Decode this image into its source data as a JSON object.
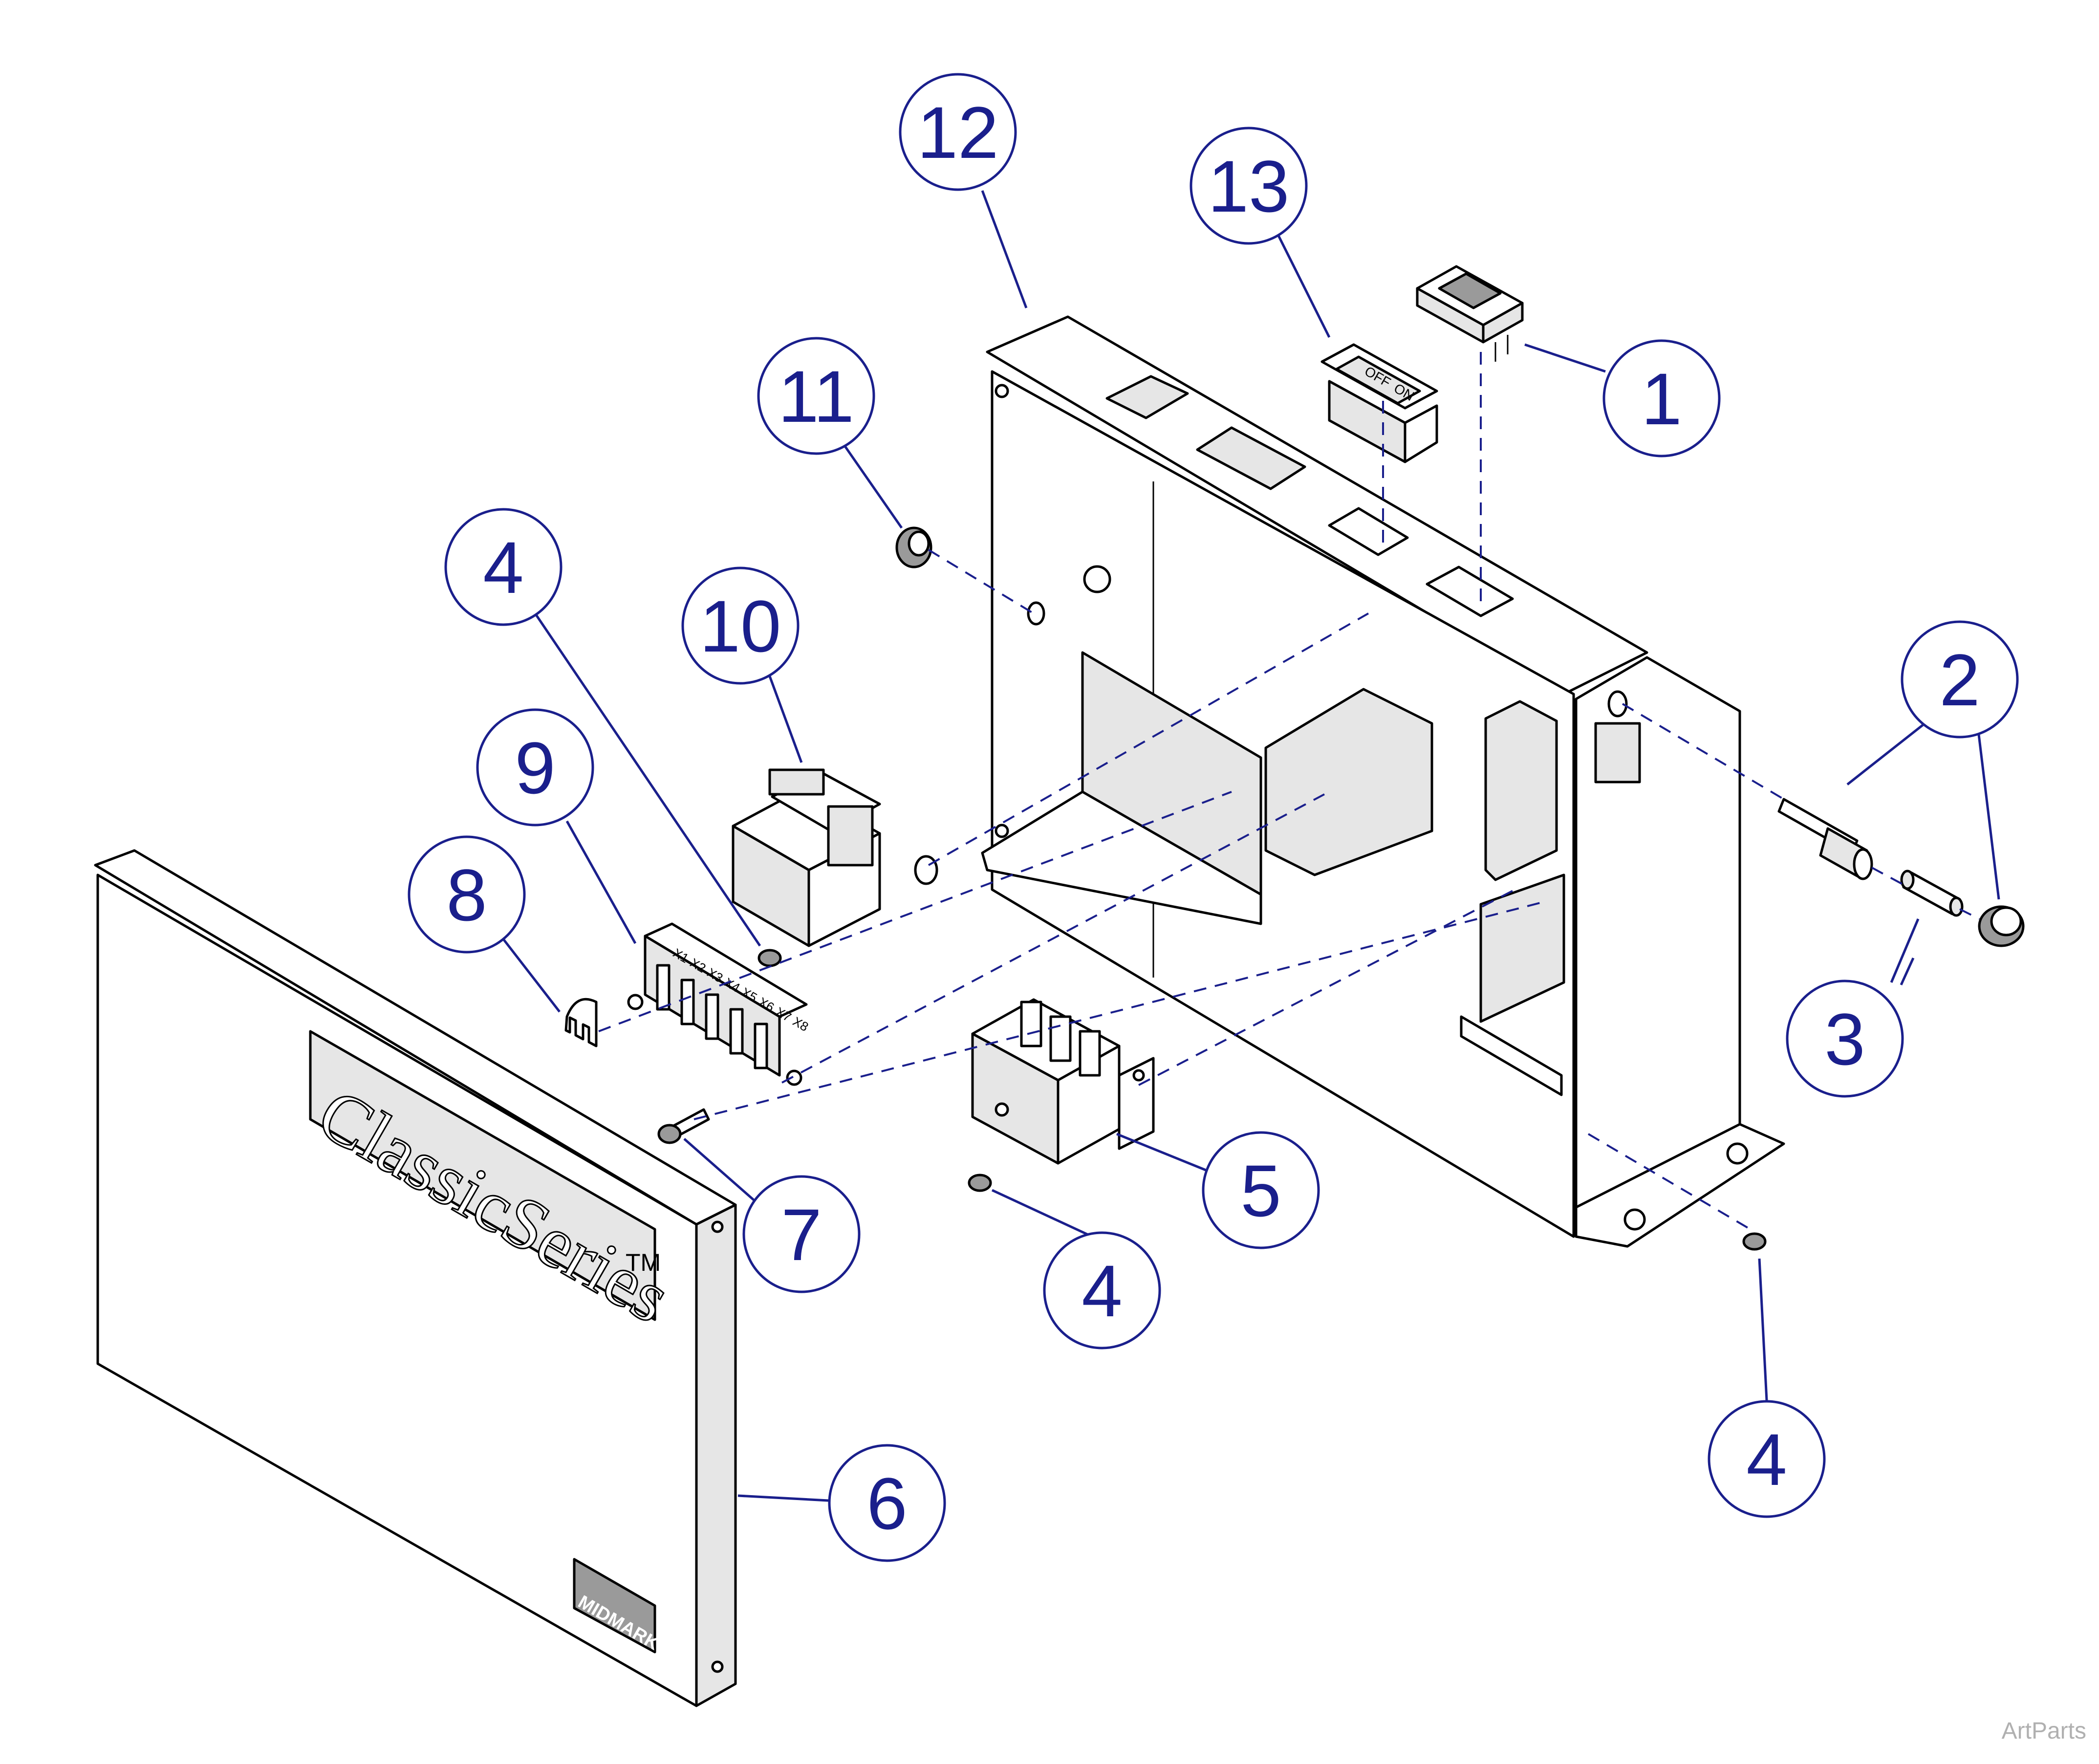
{
  "callouts": [
    {
      "id": "c1",
      "label": "1"
    },
    {
      "id": "c2",
      "label": "2"
    },
    {
      "id": "c3",
      "label": "3"
    },
    {
      "id": "c4a",
      "label": "4"
    },
    {
      "id": "c4b",
      "label": "4"
    },
    {
      "id": "c4c",
      "label": "4"
    },
    {
      "id": "c5",
      "label": "5"
    },
    {
      "id": "c6",
      "label": "6"
    },
    {
      "id": "c7",
      "label": "7"
    },
    {
      "id": "c8",
      "label": "8"
    },
    {
      "id": "c9",
      "label": "9"
    },
    {
      "id": "c10",
      "label": "10"
    },
    {
      "id": "c11",
      "label": "11"
    },
    {
      "id": "c12",
      "label": "12"
    },
    {
      "id": "c13",
      "label": "13"
    }
  ],
  "cover": {
    "brand_title": "ClassicSeries",
    "trademark": "TM",
    "logo_text": "MIDMARK"
  },
  "switch_labels": {
    "on": "ON",
    "off": "OFF"
  },
  "terminal_labels": [
    "X1",
    "X2",
    "X3",
    "X4",
    "X5",
    "X6",
    "X7",
    "X8"
  ],
  "watermark": "ArtParts",
  "colors": {
    "callout": "#1a1f8c",
    "line": "#000000",
    "background": "#ffffff"
  }
}
